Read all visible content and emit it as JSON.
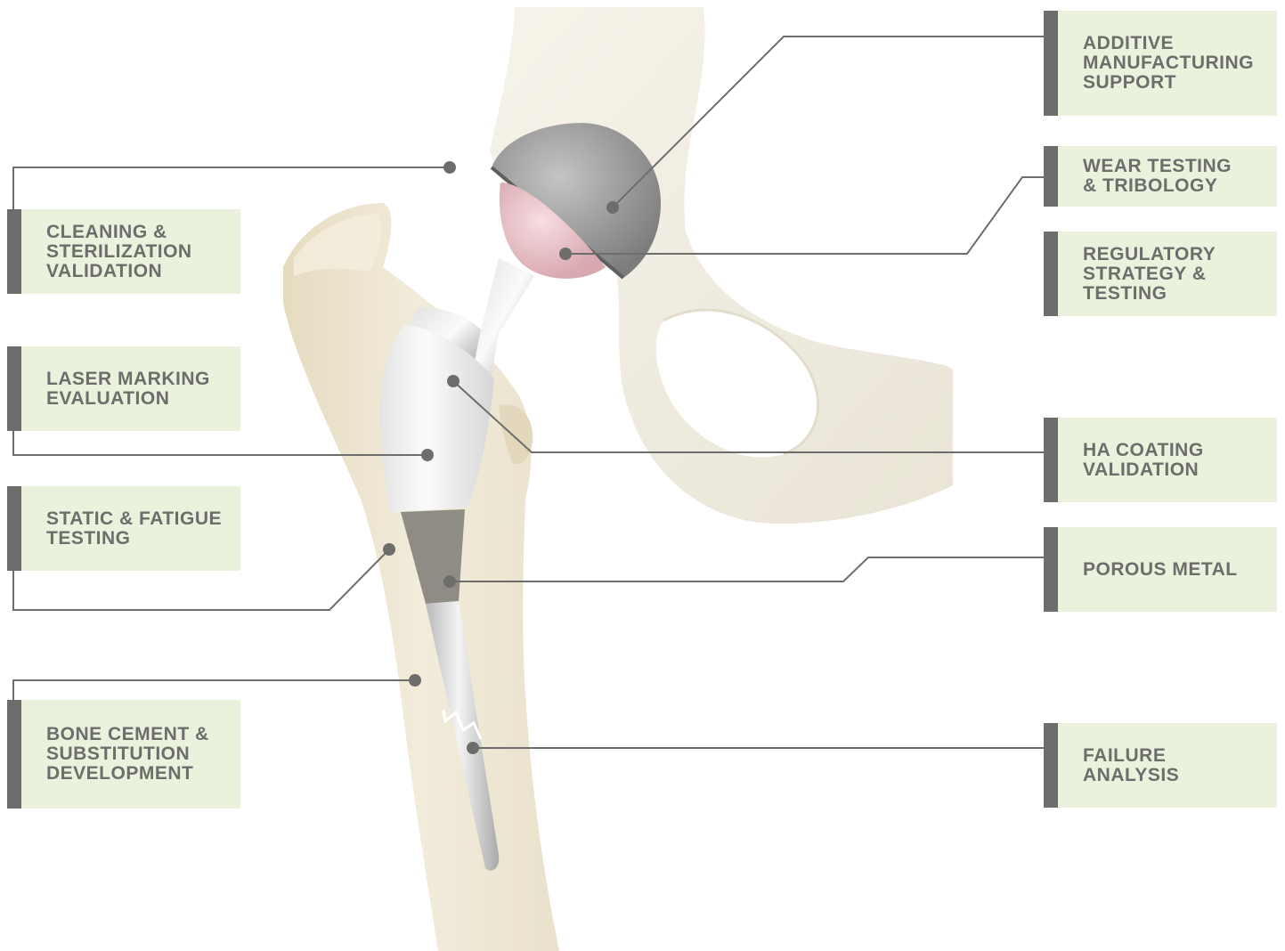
{
  "labels": {
    "cleaning": "CLEANING &\nSTERILIZATION\nVALIDATION",
    "laser": "LASER MARKING\nEVALUATION",
    "static": "STATIC & FATIGUE\nTESTING",
    "bone": "BONE CEMENT &\nSUBSTITUTION\nDEVELOPMENT",
    "additive": "ADDITIVE\nMANUFACTURING\nSUPPORT",
    "wear": "WEAR TESTING\n& TRIBOLOGY",
    "regulatory": "REGULATORY\nSTRATEGY &\nTESTING",
    "ha": "HA COATING\nVALIDATION",
    "porous": "POROUS METAL",
    "failure": "FAILURE\nANALYSIS"
  },
  "colors": {
    "label_background": "#eaf2dd",
    "label_bar": "#6d6e6b",
    "label_text": "#6d6e6b",
    "leader_line": "#6d6e6b",
    "bone": "#f3efe4",
    "femur": "#ece3cc",
    "implant_metal": "#c9c9c9",
    "porous_coating": "#8f8c86",
    "liner": "#efc9cf"
  }
}
